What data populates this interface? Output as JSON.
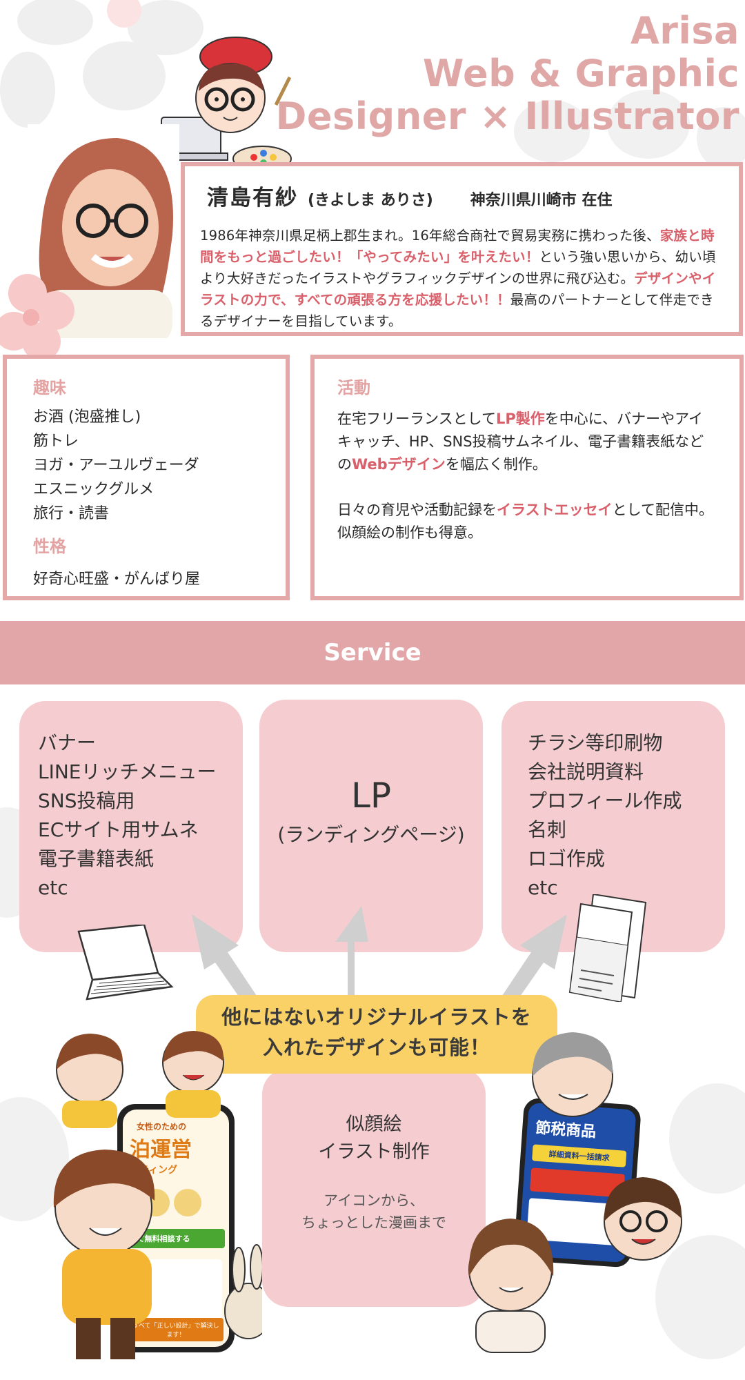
{
  "header": {
    "line1": "Arisa",
    "line2": "Web & Graphic",
    "line3": "Designer × Illustrator"
  },
  "profile": {
    "name": "清島有紗",
    "kana": "(きよしま ありさ)",
    "location": "神奈川県川崎市 在住",
    "bio": [
      {
        "text": "1986年神奈川県足柄上郡生まれ。16年総合商社で貿易実務に携わった後、",
        "hl": false
      },
      {
        "text": "家族と時間をもっと過ごしたい！「やってみたい」を叶えたい！",
        "hl": true
      },
      {
        "text": "という強い思いから、幼い頃より大好きだったイラストやグラフィックデザインの世界に飛び込む。",
        "hl": false
      },
      {
        "text": "デザインやイラストの力で、すべての頑張る方を応援したい！！",
        "hl": true
      },
      {
        "text": "最高のパートナーとして伴走できるデザイナーを目指しています。",
        "hl": false
      }
    ]
  },
  "hobby": {
    "heading": "趣味",
    "items": [
      "お酒 (泡盛推し)",
      "筋トレ",
      "ヨガ・アーユルヴェーダ",
      "エスニックグルメ",
      "旅行・読書"
    ],
    "personality_heading": "性格",
    "personality": "好奇心旺盛・がんばり屋"
  },
  "activity": {
    "heading": "活動",
    "para1": [
      {
        "text": "在宅フリーランスとして",
        "hl": false
      },
      {
        "text": "LP製作",
        "hl": true
      },
      {
        "text": "を中心に、バナーやアイキャッチ、HP、SNS投稿サムネイル、電子書籍表紙などの",
        "hl": false
      },
      {
        "text": "Webデザイン",
        "hl": true
      },
      {
        "text": "を幅広く制作。",
        "hl": false
      }
    ],
    "para2": [
      {
        "text": "日々の育児や活動記録を",
        "hl": false
      },
      {
        "text": "イラストエッセイ",
        "hl": true
      },
      {
        "text": "として配信中。似顔絵の制作も得意。",
        "hl": false
      }
    ]
  },
  "service": {
    "heading": "Service",
    "left_items": [
      "バナー",
      "LINEリッチメニュー",
      "SNS投稿用",
      "ECサイト用サムネ",
      "電子書籍表紙",
      "etc"
    ],
    "mid_title": "LP",
    "mid_sub": "(ランディングページ)",
    "right_items": [
      "チラシ等印刷物",
      "会社説明資料",
      "プロフィール作成",
      "名刺",
      "ロゴ作成",
      "etc"
    ],
    "callout_line1": "他にはないオリジナルイラストを",
    "callout_line2": "入れたデザインも可能！",
    "portrait_line1": "似顔絵",
    "portrait_line2": "イラスト制作",
    "portrait_sub1": "アイコンから、",
    "portrait_sub2": "ちょっとした漫画まで"
  },
  "mock_phone_left": {
    "tag": "女性のための",
    "title": "泊運営",
    "sub": "ルティング",
    "cta": "して無料相談する",
    "footer": "すべて「正しい設計」で解決します！"
  },
  "mock_phone_right": {
    "title": "節税商品",
    "badge": "詳細資料一括請求"
  },
  "colors": {
    "pink": "#e4a8a8",
    "highlight": "#d9606a",
    "card": "#f5cdd0",
    "callout": "#fad166"
  }
}
